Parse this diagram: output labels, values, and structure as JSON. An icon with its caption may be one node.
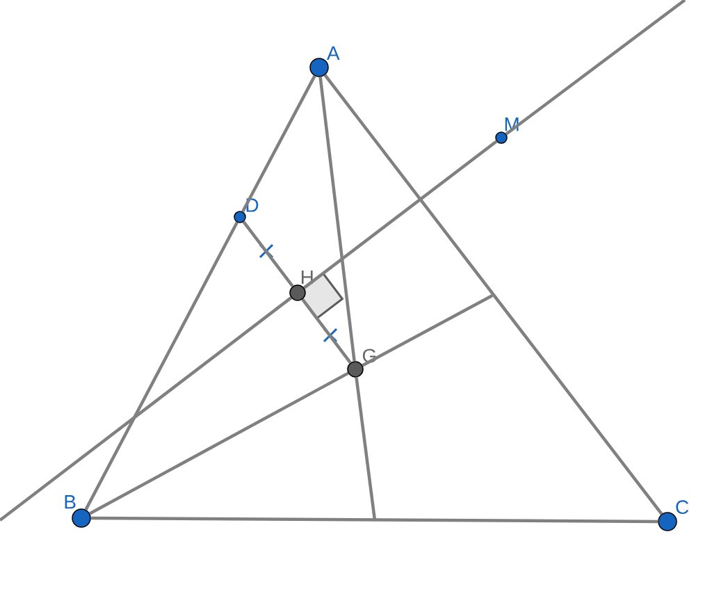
{
  "diagram": {
    "nodes": [
      {
        "text": [
          "A"
        ]
      },
      {
        "text": [
          "B"
        ]
      },
      {
        "text": [
          "C"
        ]
      },
      {
        "text": [
          "D"
        ]
      },
      {
        "text": [
          "M"
        ]
      },
      {
        "text": [
          "H"
        ]
      },
      {
        "text": [
          "G"
        ]
      }
    ],
    "edges": [
      {
        "from": 0,
        "to": 3,
        "arrow": "none"
      },
      {
        "from": 3,
        "to": 1,
        "arrow": "none"
      },
      {
        "from": 0,
        "to": 2,
        "arrow": "none"
      },
      {
        "from": 1,
        "to": 2,
        "arrow": "none"
      },
      {
        "from": 3,
        "to": 5,
        "arrow": "none"
      },
      {
        "from": 5,
        "to": 6,
        "arrow": "none"
      },
      {
        "from": null,
        "to": 5,
        "arrow": "none"
      },
      {
        "from": 5,
        "to": 4,
        "arrow": "none"
      },
      {
        "from": 4,
        "to": null,
        "arrow": "none"
      },
      {
        "from": 0,
        "to": 6,
        "arrow": "none"
      },
      {
        "from": 6,
        "to": null,
        "arrow": "none"
      },
      {
        "from": 1,
        "to": 6,
        "arrow": "none"
      },
      {
        "from": 6,
        "to": null,
        "arrow": "none"
      }
    ]
  }
}
